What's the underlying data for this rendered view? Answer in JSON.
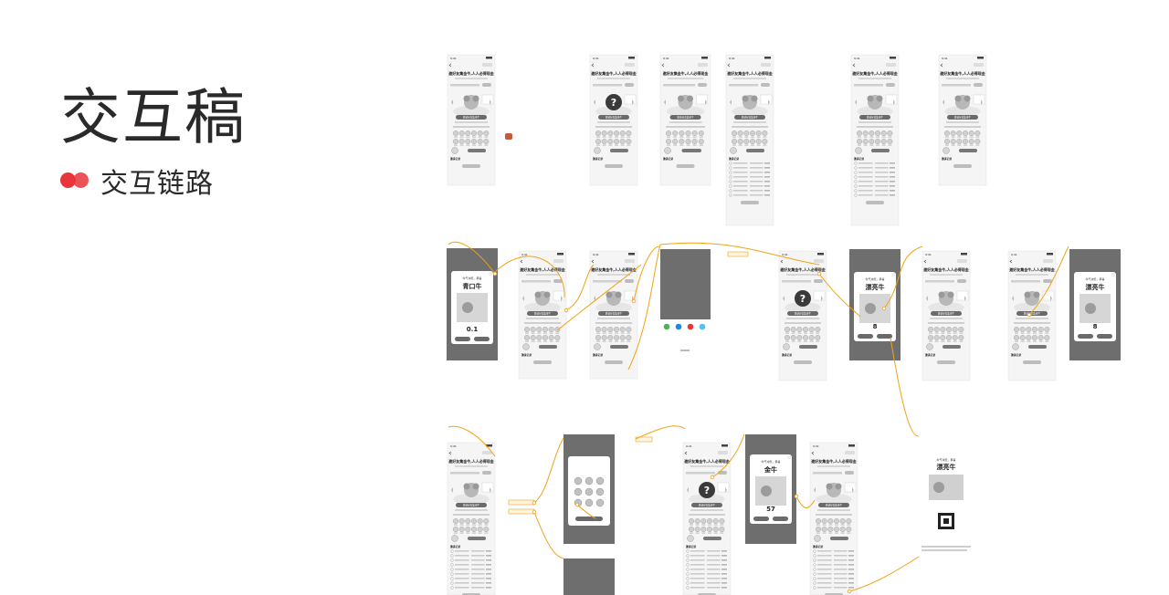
{
  "heading": {
    "title": "交互稿",
    "subtitle": "交互链路"
  },
  "phone": {
    "time": "9:41",
    "banner": "邀好友集金牛,人人必得现金",
    "share_button": "邀请好友集金牛",
    "record_title": "邀请记录",
    "card_greeting": "牛气冲天，恭喜",
    "invite_more": "查看更多"
  },
  "cards": {
    "card_a_title": "青口牛",
    "card_a_value": "0.1",
    "card_b_title": "漂亮牛",
    "card_b_value": "8",
    "card_c_title": "漂亮牛",
    "card_c_value": "8",
    "card_d_title": "金牛",
    "card_d_value": "57",
    "card_e_title": "漂亮牛"
  },
  "colors": {
    "accent": "#e8363a",
    "wire": "#f2a216",
    "phone_bg": "#f5f5f5",
    "mask": "#6e6e6e"
  }
}
